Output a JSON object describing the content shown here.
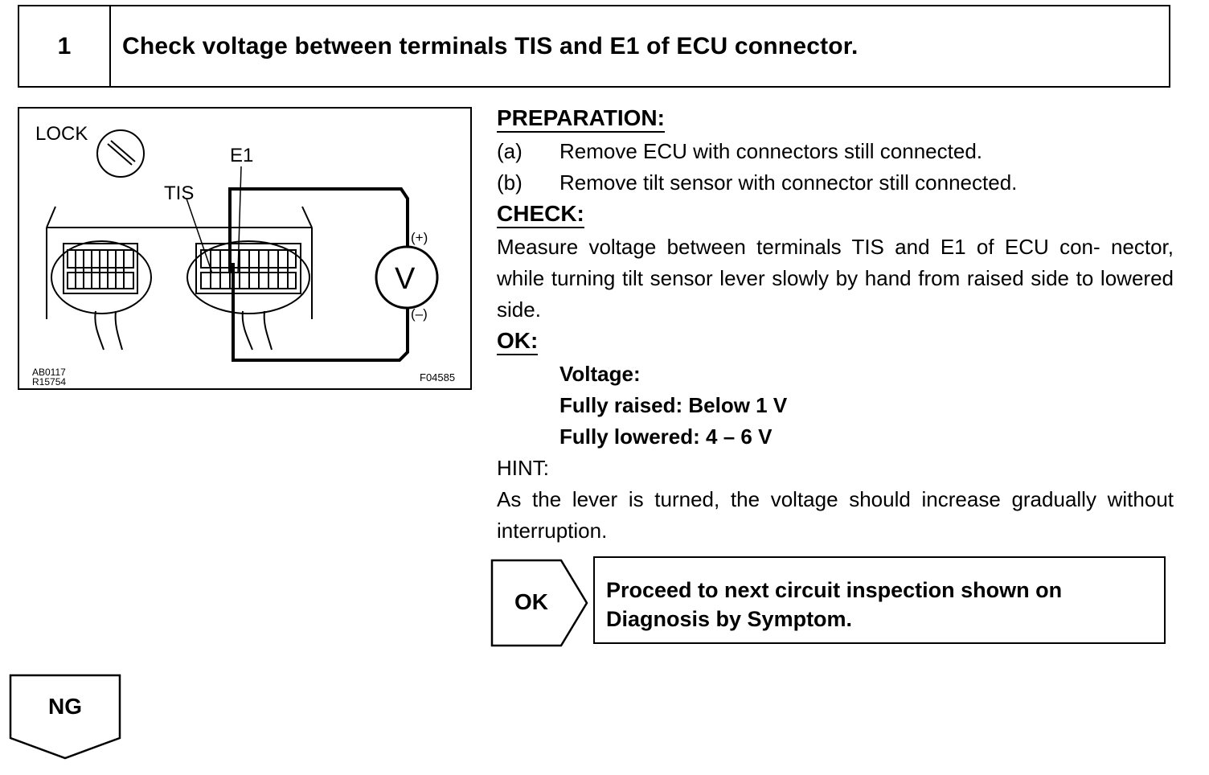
{
  "step": {
    "number": "1",
    "title": "Check voltage between terminals TIS and E1 of ECU connector."
  },
  "figure": {
    "lock_label": "LOCK",
    "e1_label": "E1",
    "tis_label": "TIS",
    "plus_label": "(+)",
    "minus_label": "(–)",
    "meter_symbol": "V",
    "code1": "AB0117",
    "code2": "R15754",
    "code3": "F04585"
  },
  "preparation": {
    "heading": "PREPARATION:",
    "items": [
      {
        "letter": "(a)",
        "text": "Remove ECU with connectors still connected."
      },
      {
        "letter": "(b)",
        "text": "Remove tilt sensor with connector still connected."
      }
    ]
  },
  "check": {
    "heading": "CHECK:",
    "text": "Measure voltage between terminals TIS and E1 of ECU con- nector, while turning tilt sensor lever slowly by hand from raised side to lowered side."
  },
  "ok_spec": {
    "heading": "OK:",
    "lines": [
      "Voltage:",
      "Fully raised: Below 1 V",
      "Fully lowered: 4 – 6 V"
    ]
  },
  "hint": {
    "heading": "HINT:",
    "text": "As the lever is turned, the voltage should increase gradually without interruption."
  },
  "ok_branch": {
    "label": "OK",
    "result": "Proceed to next circuit inspection shown on Diagnosis by Symptom."
  },
  "ng_branch": {
    "label": "NG"
  }
}
